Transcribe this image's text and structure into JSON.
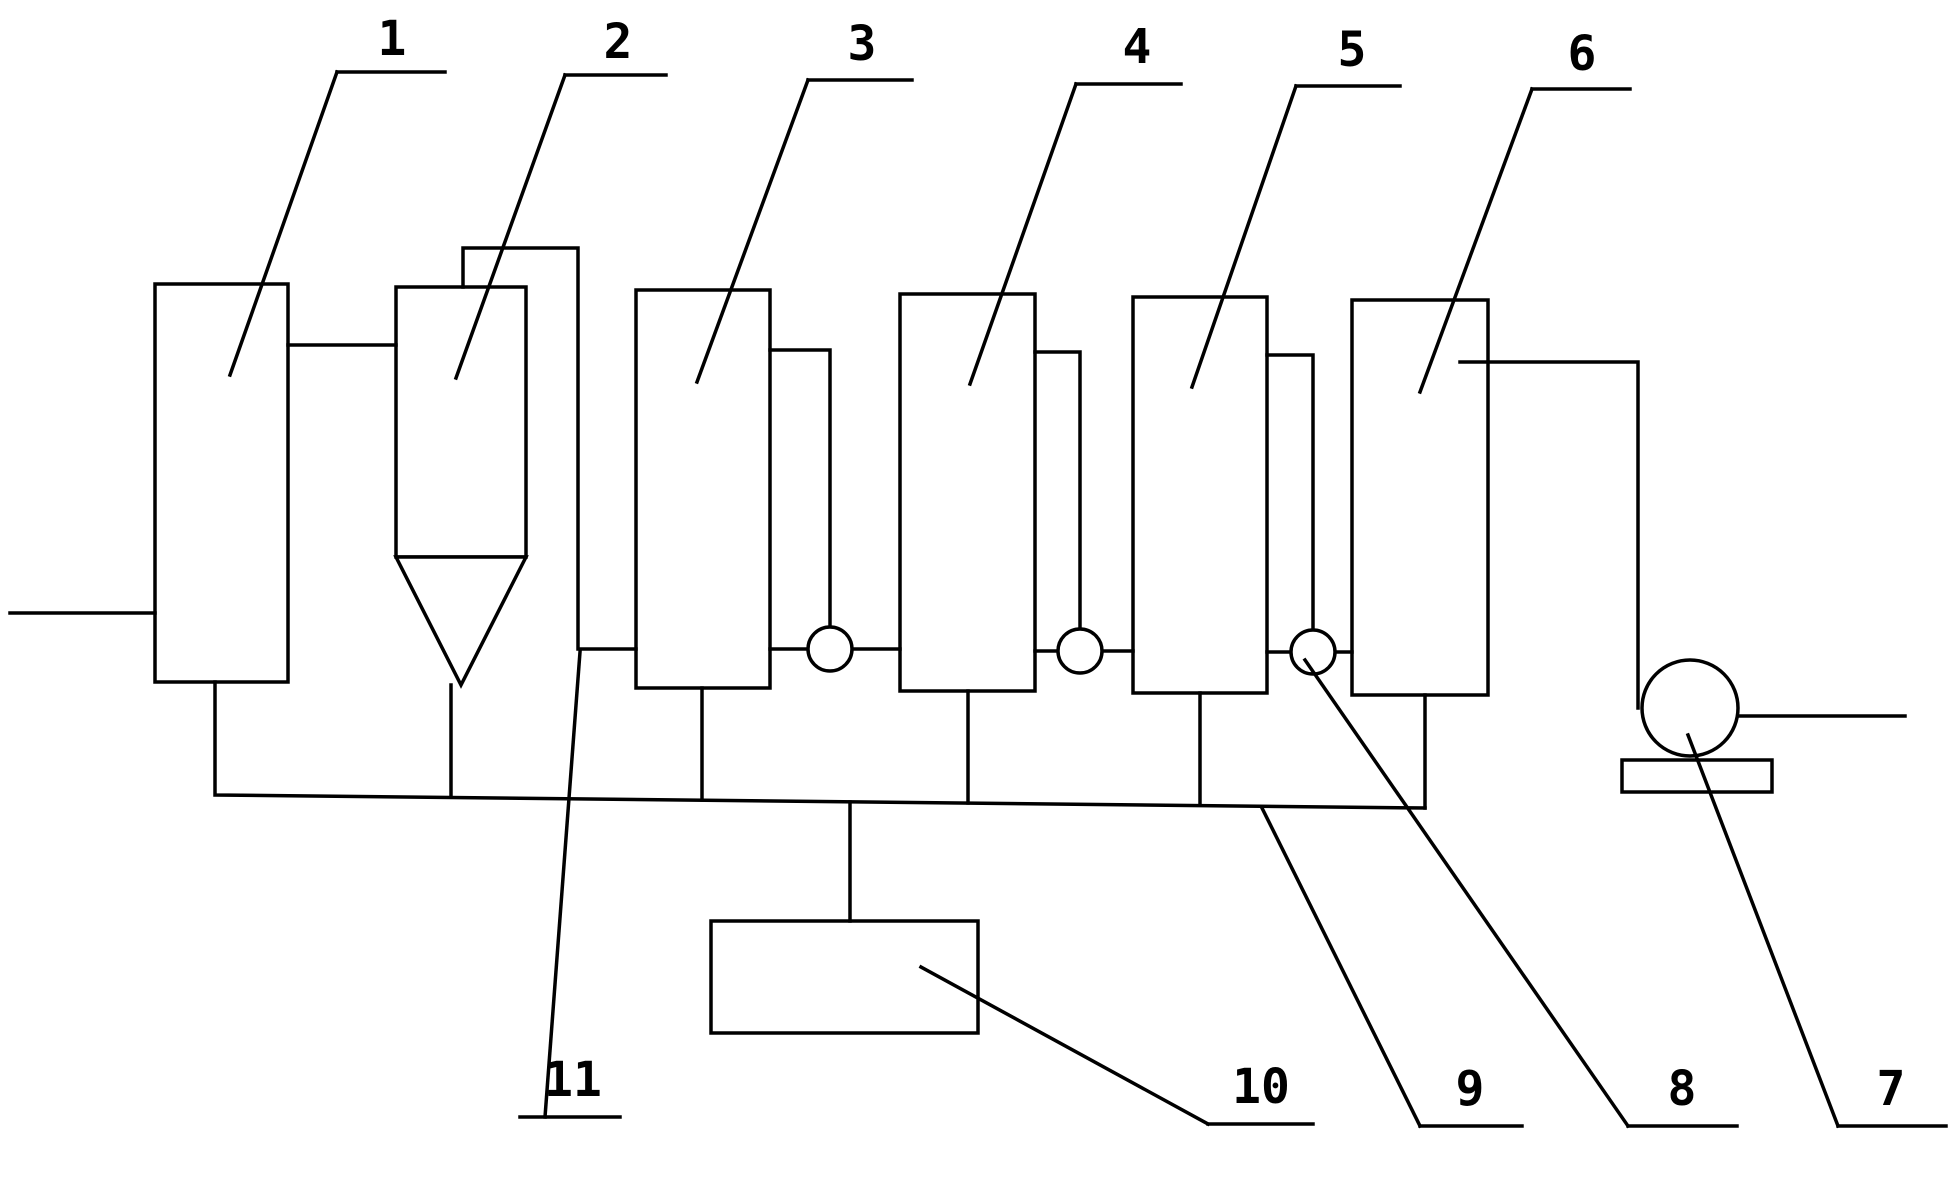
{
  "diagram": {
    "labels": {
      "n1": "1",
      "n2": "2",
      "n3": "3",
      "n4": "4",
      "n5": "5",
      "n6": "6",
      "n7": "7",
      "n8": "8",
      "n9": "9",
      "n10": "10",
      "n11": "11"
    }
  }
}
